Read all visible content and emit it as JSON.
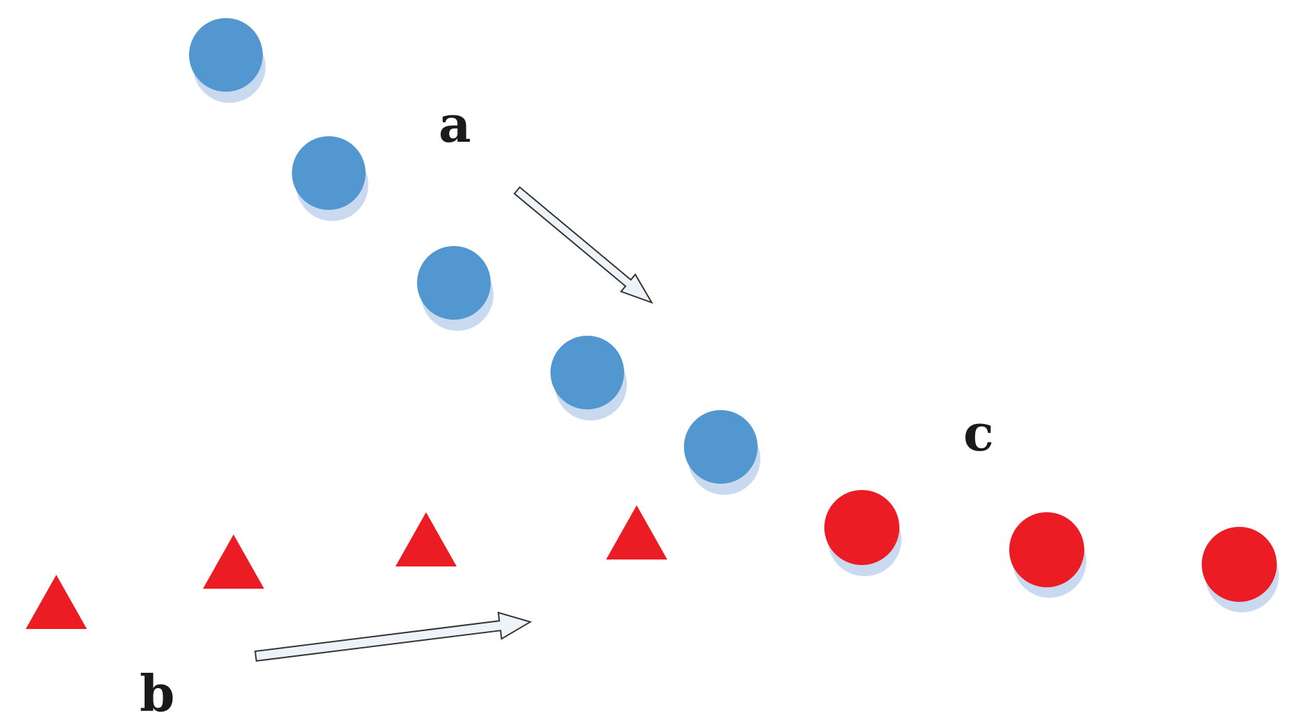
{
  "labels": {
    "a": "a",
    "b": "b",
    "c": "c"
  },
  "colors": {
    "blue_circle": "#5397d1",
    "blue_shadow": "#c9d9ef",
    "red": "#ec1c24",
    "red_shadow": "#c9d9ef",
    "arrow_fill": "#eef3fa",
    "arrow_stroke": "#333333",
    "label": "#1a1a1a"
  },
  "counts": {
    "blue_circles": 5,
    "red_triangles": 4,
    "red_circles": 3,
    "arrows": 2
  }
}
